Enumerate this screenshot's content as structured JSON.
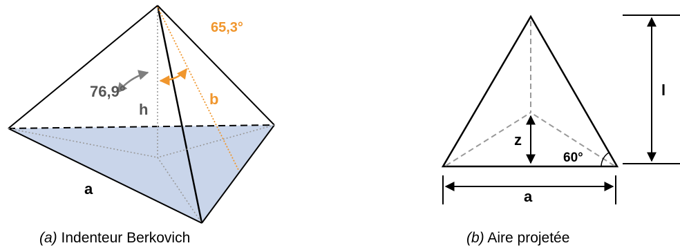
{
  "colors": {
    "base_fill": "#c9d5ea",
    "accent_orange": "#f0962d",
    "arc_gray": "#7f7f7f",
    "label_gray": "#555555",
    "line": "#000000",
    "dashed_gray": "#999999"
  },
  "figure_a": {
    "label_angle_orange": "65,3°",
    "label_angle_gray": "76,9°",
    "label_h": "h",
    "label_b": "b",
    "label_a": "a",
    "caption_prefix": "(a)",
    "caption_text": " Indenteur Berkovich"
  },
  "figure_b": {
    "label_l": "l",
    "label_z": "z",
    "label_angle": "60°",
    "label_a": "a",
    "caption_prefix": "(b)",
    "caption_text": " Aire projetée"
  }
}
